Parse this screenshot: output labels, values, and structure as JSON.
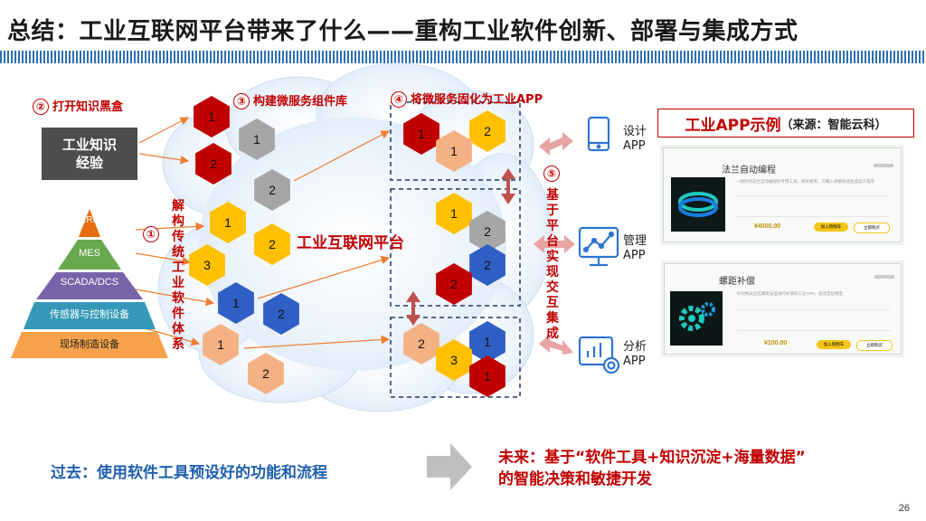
{
  "title": "总结：工业互联网平台带来了什么——重构工业软件创新、部署与集成方式",
  "steps": [
    {
      "num": "①",
      "text": "解构传统工业软件体系"
    },
    {
      "num": "②",
      "text": "打开知识黑盒"
    },
    {
      "num": "③",
      "text": "构建微服务组件库"
    },
    {
      "num": "④",
      "text": "将微服务固化为工业APP"
    },
    {
      "num": "⑤",
      "text": "基于平台实现交互集成"
    }
  ],
  "knowledge_box": {
    "line1": "工业知识",
    "line2": "经验"
  },
  "pyramid_levels": [
    "ERP",
    "MES",
    "SCADA/DCS",
    "传感器与控制设备",
    "现场制造设备"
  ],
  "platform_label": "工业互联网平台",
  "hex_numbers": {
    "lib": [
      "1",
      "1",
      "2",
      "2",
      "1",
      "2",
      "3",
      "1",
      "2",
      "1",
      "2"
    ],
    "appA": [
      "1",
      "2",
      "1"
    ],
    "appB": [
      "1",
      "2",
      "2",
      "2"
    ],
    "appC": [
      "2",
      "1",
      "3",
      "1"
    ]
  },
  "apps": [
    {
      "line1": "设计",
      "line2": "APP",
      "icon": "tablet-icon"
    },
    {
      "line1": "管理",
      "line2": "APP",
      "icon": "monitor-chart-icon"
    },
    {
      "line1": "分析",
      "line2": "APP",
      "icon": "bar-chart-icon"
    }
  ],
  "example": {
    "main": "工业APP示例",
    "source": "（来源：智能云科）"
  },
  "card1": {
    "title": "法兰自动编程",
    "desc": "一款针对法兰自动编程的专用工具，简单易用，可输入参数快速生成加工程序",
    "price": "¥4000.00",
    "btn_cart": "加入购物车",
    "btn_buy": "立即购买"
  },
  "card2": {
    "title": "螺距补偿",
    "desc": "针对机床丝杠螺距误差进行补偿的工业APP，提高定位精度",
    "price": "¥100.00",
    "btn_cart": "加入购物车",
    "btn_buy": "立即购买"
  },
  "past": "过去：使用软件工具预设好的功能和流程",
  "future": {
    "line1": "未来：基于“软件工具+知识沉淀+海量数据”",
    "line2": "的智能决策和敏捷开发"
  },
  "page_number": "26",
  "colors": {
    "red": "#c00000",
    "hex_red": "#c00000",
    "hex_gray": "#a6a6a6",
    "hex_yellow": "#ffc000",
    "hex_blue": "#2f5fc4",
    "hex_peach": "#f4b183",
    "accent_blue": "#1f5fae",
    "app_blue": "#2e75d0"
  }
}
